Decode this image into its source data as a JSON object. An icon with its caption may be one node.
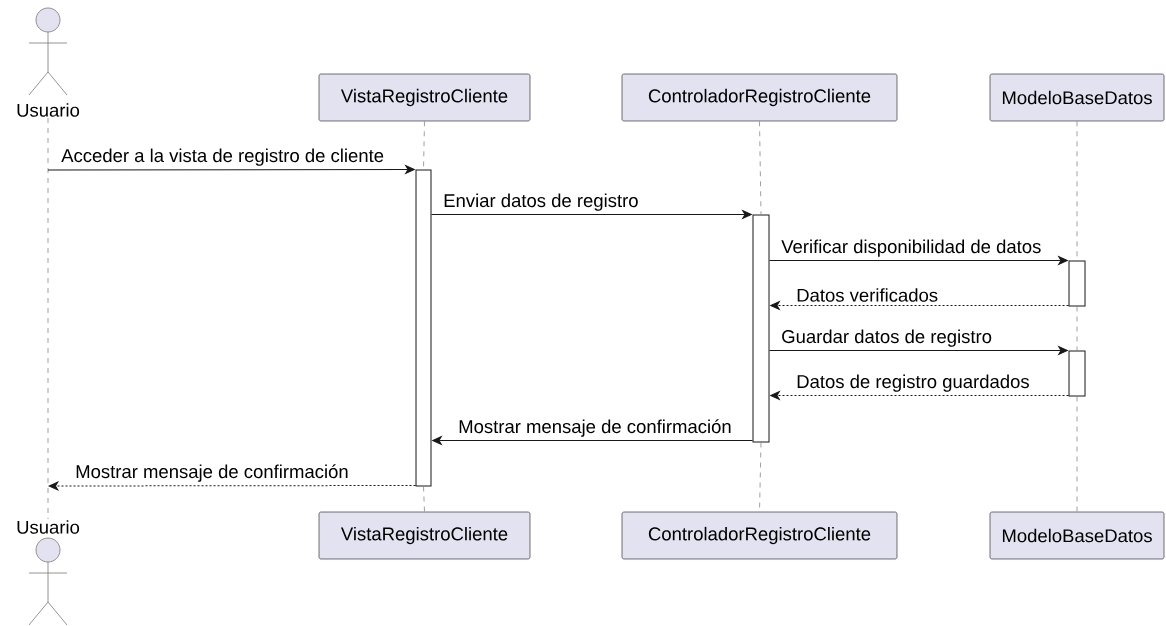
{
  "diagram": {
    "nodes": [
      {
        "text": [
          "Usuario"
        ]
      },
      {
        "text": [
          "VistaRegistroCliente"
        ]
      },
      {
        "text": [
          "ControladorRegistroCliente"
        ]
      },
      {
        "text": [
          "ModeloBaseDatos"
        ]
      },
      {
        "text": [
          "Usuario"
        ]
      },
      {
        "text": [
          "VistaRegistroCliente"
        ]
      },
      {
        "text": [
          "ControladorRegistroCliente"
        ]
      },
      {
        "text": [
          "ModeloBaseDatos"
        ]
      },
      {
        "text": [],
        "shape": "bar"
      },
      {
        "text": [],
        "shape": "bar"
      },
      {
        "text": [],
        "shape": "bar"
      },
      {
        "text": [],
        "shape": "bar"
      }
    ],
    "edges": [
      {
        "from": 0,
        "to": 4,
        "arrow": "none",
        "style": "dashed",
        "color": "#888888"
      },
      {
        "from": 1,
        "to": 8,
        "arrow": "none",
        "style": "dashed",
        "color": "#888888"
      },
      {
        "from": 8,
        "to": 5,
        "arrow": "none",
        "style": "dashed",
        "color": "#888888"
      },
      {
        "from": 2,
        "to": 9,
        "arrow": "none",
        "style": "dashed",
        "color": "#888888"
      },
      {
        "from": 9,
        "to": 6,
        "arrow": "none",
        "style": "dashed",
        "color": "#888888"
      },
      {
        "from": 3,
        "to": 10,
        "arrow": "none",
        "style": "dashed",
        "color": "#888888"
      },
      {
        "from": 10,
        "to": 11,
        "arrow": "none",
        "style": "dashed",
        "color": "#888888"
      },
      {
        "from": 11,
        "to": 7,
        "arrow": "none",
        "style": "dashed",
        "color": "#888888"
      },
      {
        "from": null,
        "to": 8,
        "arrow": "to",
        "label": "Acceder a la vista de registro de cliente",
        "color": "#181818"
      },
      {
        "from": 8,
        "to": 9,
        "arrow": "to",
        "label": "Enviar datos de registro",
        "color": "#181818"
      },
      {
        "from": 9,
        "to": 10,
        "arrow": "to",
        "label": "Verificar disponibilidad de datos",
        "color": "#181818"
      },
      {
        "from": 10,
        "to": 9,
        "arrow": "to",
        "label": "Datos verificados",
        "style": "dashed",
        "color": "#181818"
      },
      {
        "from": 9,
        "to": 11,
        "arrow": "to",
        "label": "Guardar datos de registro",
        "color": "#181818"
      },
      {
        "from": 11,
        "to": 9,
        "arrow": "to",
        "label": "Datos de registro guardados",
        "style": "dashed",
        "color": "#181818"
      },
      {
        "from": 9,
        "to": 8,
        "arrow": "to",
        "label": "Mostrar mensaje de confirmación",
        "color": "#181818"
      },
      {
        "from": 8,
        "to": null,
        "arrow": "to",
        "label": "Mostrar mensaje de confirmación",
        "style": "dashed",
        "color": "#181818"
      }
    ]
  }
}
